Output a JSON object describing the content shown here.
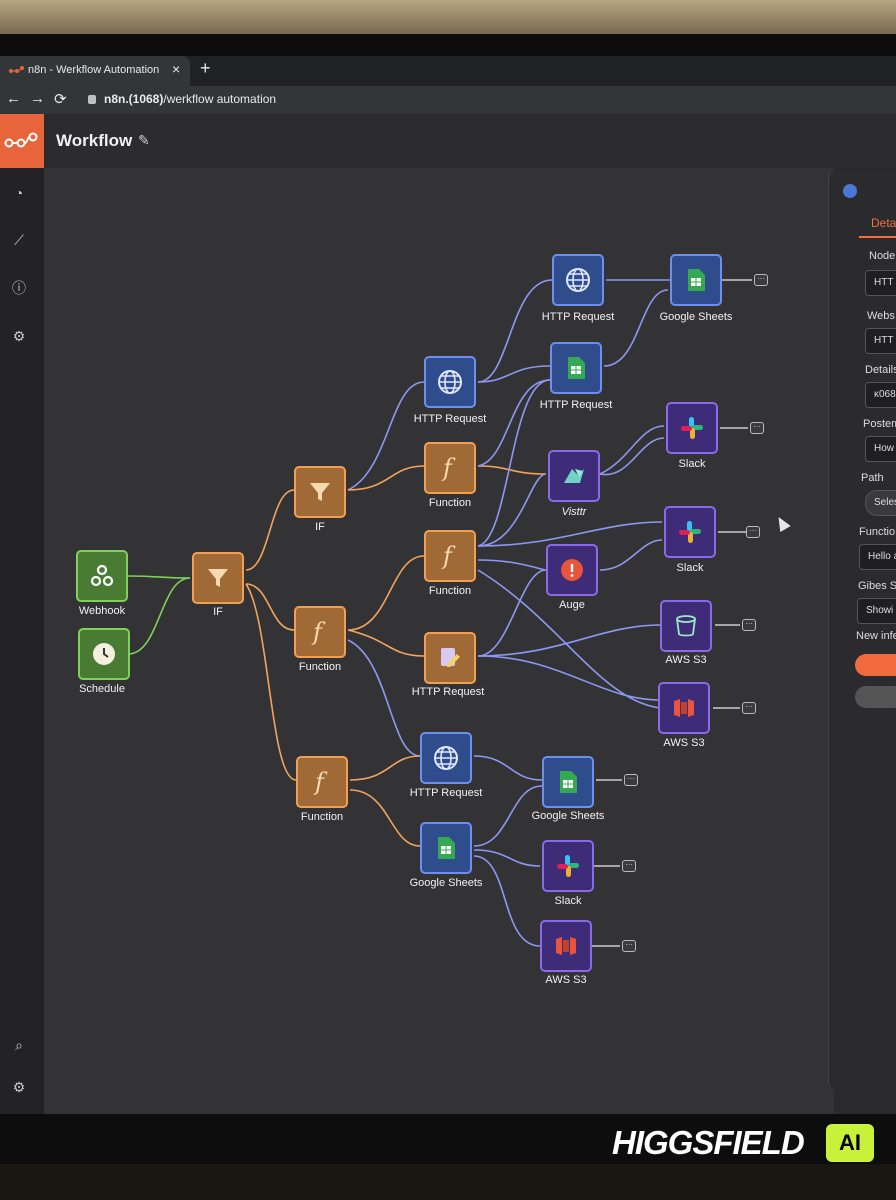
{
  "browser": {
    "tab_title": "n8n - Werkflow Automation",
    "tab_close": "×",
    "new_tab": "+",
    "url_host": "n8n.(1068)",
    "url_path": "/werkflow automation",
    "back": "←",
    "forward": "→",
    "reload": "⟳"
  },
  "app": {
    "workflow_title": "Workflow",
    "edit_icon": "pencil-icon",
    "brand_color": "#e8653c"
  },
  "sidebar": {
    "items": [
      "dashboard-icon",
      "chart-icon",
      "info-icon",
      "settings-gear-icon"
    ],
    "bottom": [
      "search-icon",
      "settings-icon"
    ]
  },
  "nodes": {
    "webhook": "Webhook",
    "schedule": "Schedule",
    "if1": "IF",
    "if2": "IF",
    "function1": "Function",
    "function2": "Function",
    "function3": "Function",
    "function4": "Function",
    "http1": "HTTP Request",
    "http2": "HTTP Request",
    "http3": "HTTP Request",
    "http4": "HTTP Request",
    "http5": "HTTP Request",
    "sheets1": "Google Sheets",
    "sheets2": "Google Sheets",
    "sheets3": "Google Sheets",
    "visitr": "Visttr",
    "auge": "Auge",
    "slack1": "Slack",
    "slack2": "Slack",
    "slack3": "Slack",
    "s3a": "AWS S3",
    "s3b": "AWS S3",
    "s3c": "AWS S3",
    "more": "···"
  },
  "panel": {
    "tab": "Deta",
    "fields": [
      {
        "label": "Node",
        "value": "HTT"
      },
      {
        "label": "Webs",
        "value": "HTT"
      },
      {
        "label": "Details",
        "value": "κ068"
      },
      {
        "label": "Postem",
        "value": "How c"
      },
      {
        "label": "Path",
        "value": "Seles"
      },
      {
        "label": "Functio",
        "value": "Hello a"
      },
      {
        "label": "Gibes Str",
        "value": "Showi"
      },
      {
        "label": "New infe",
        "value": ""
      }
    ]
  },
  "watermark": {
    "text": "HIGGSFIELD",
    "badge": "AI"
  }
}
